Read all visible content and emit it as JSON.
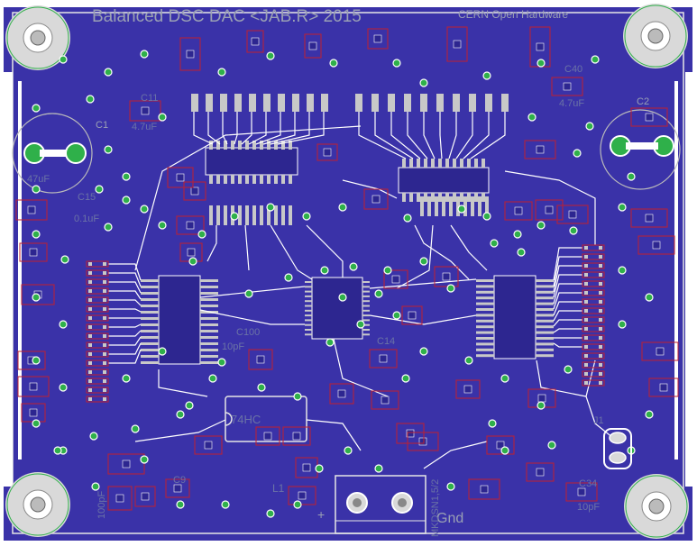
{
  "board": {
    "title": "Balanced DSC DAC <JAB.R> 2015",
    "subtitle": "CERN Open Hardware",
    "colors": {
      "copper": "#3a32a8",
      "copper_dark": "#2d2690",
      "outline": "#e6e6e6",
      "trace": "#ffffff",
      "via": "#2fb04a",
      "pad": "#c8c8c8",
      "part_outline": "#c0202f"
    }
  },
  "labels": {
    "c1": "C1",
    "c1_value": "47uF",
    "c2": "C2",
    "c11": "C11",
    "c11_value": "4.7uF",
    "c15": "C15",
    "c15_value": "0.1uF",
    "c40": "C40",
    "c40_value": "4.7uF",
    "c9": "C9",
    "c34": "C34",
    "c34_value": "10pF",
    "c100": "C100",
    "c100_value": "10pF",
    "c14": "C14",
    "c11b": "C11",
    "ic_74hc": "74HC",
    "l1": "L1",
    "plus": "+",
    "gnd": "Gnd",
    "tps": "MKDSN1,5/2",
    "pf100": "100pF",
    "j1": "J1"
  }
}
